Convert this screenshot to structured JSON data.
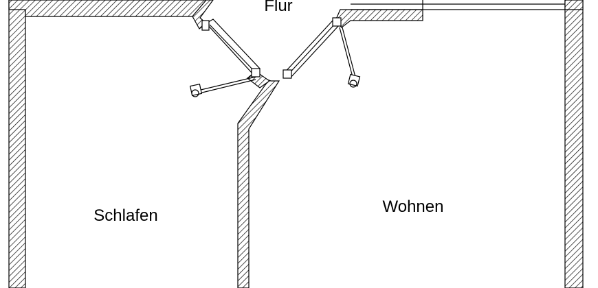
{
  "floor_plan": {
    "rooms": [
      {
        "name": "Flur"
      },
      {
        "name": "Schlafen"
      },
      {
        "name": "Wohnen"
      }
    ],
    "colors": {
      "wall_fill": "#ffffff",
      "wall_stroke": "#000000",
      "hatch": "#000000",
      "door": "#000000"
    }
  }
}
